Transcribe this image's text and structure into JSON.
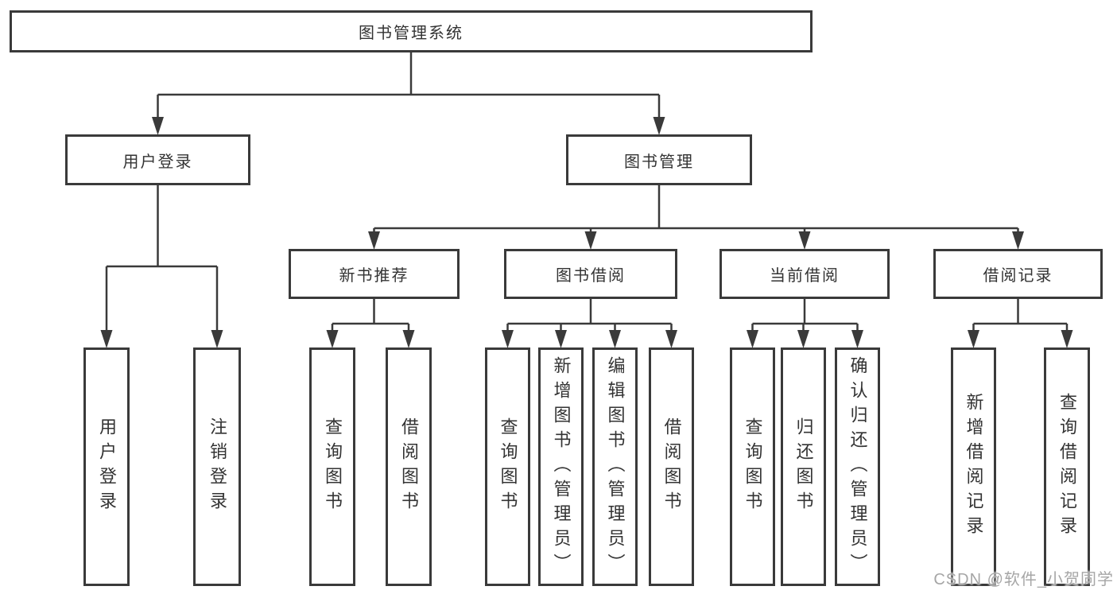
{
  "tree": {
    "label": "图书管理系统",
    "children": [
      {
        "label": "用户登录",
        "children": [
          {
            "label": "用户登录"
          },
          {
            "label": "注销登录"
          }
        ]
      },
      {
        "label": "图书管理",
        "children": [
          {
            "label": "新书推荐",
            "children": [
              {
                "label": "查询图书"
              },
              {
                "label": "借阅图书"
              }
            ]
          },
          {
            "label": "图书借阅",
            "children": [
              {
                "label": "查询图书"
              },
              {
                "label": "新增图书（管理员）"
              },
              {
                "label": "编辑图书（管理员）"
              },
              {
                "label": "借阅图书"
              }
            ]
          },
          {
            "label": "当前借阅",
            "children": [
              {
                "label": "查询图书"
              },
              {
                "label": "归还图书"
              },
              {
                "label": "确认归还（管理员）"
              }
            ]
          },
          {
            "label": "借阅记录",
            "children": [
              {
                "label": "新增借阅记录"
              },
              {
                "label": "查询借阅记录"
              }
            ]
          }
        ]
      }
    ]
  },
  "watermark": "CSDN @软件_小贺同学",
  "colors": {
    "line": "#3a3a3a",
    "box_border": "#3a3a3a",
    "box_fill": "#ffffff",
    "text": "#333333",
    "watermark": "#a6a6a6",
    "background": "#ffffff"
  }
}
